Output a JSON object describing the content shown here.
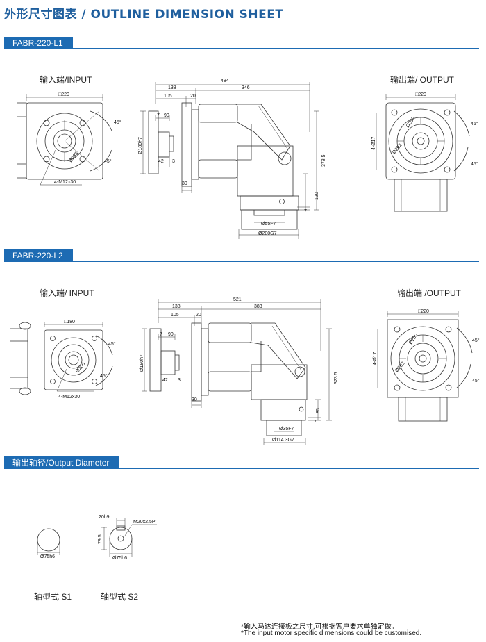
{
  "title": "外形尺寸图表 / OUTLINE DIMENSION SHEET",
  "sections": {
    "l1": {
      "tag": "FABR-220-L1",
      "input_label": "输入端/INPUT",
      "output_label": "输出端/ OUTPUT"
    },
    "l2": {
      "tag": "FABR-220-L2",
      "input_label": "输入端/ INPUT",
      "output_label": "输出端 /OUTPUT"
    },
    "shaft": {
      "tag": "输出轴径/Output Diameter",
      "s1_label": "轴型式  S1",
      "s2_label": "轴型式  S2"
    }
  },
  "dims_l1": {
    "input_square": "□220",
    "input_pcd": "Ø235",
    "input_screw": "4-M12x30",
    "angle": "45°",
    "overall": "484",
    "d138": "138",
    "d346": "346",
    "d105": "105",
    "d20": "20",
    "d7": "7",
    "d90": "90",
    "d180": "Ø180h7",
    "d42": "42",
    "d3": "3",
    "d30": "30",
    "d378": "378.5",
    "d120": "120",
    "d7b": "7",
    "shaft": "Ø55F7",
    "pilot": "Ø200G7",
    "output_square": "□220",
    "output_pcd": "Ø250",
    "output_hole": "4-Ø17",
    "output_circle": "Ø292"
  },
  "dims_l2": {
    "input_square": "□180",
    "input_pcd": "Ø200",
    "input_screw": "4-M12x30",
    "angle": "45°",
    "overall": "521",
    "d138": "138",
    "d383": "383",
    "d105": "105",
    "d20": "20",
    "d7": "7",
    "d90": "90",
    "d180": "Ø180h7",
    "d42": "42",
    "d3": "3",
    "d30": "30",
    "d323": "323.5",
    "d85": "85",
    "d7b": "7",
    "shaft": "Ø35F7",
    "pilot": "Ø114.3G7",
    "output_square": "□220",
    "output_pcd": "Ø250",
    "output_hole": "4-Ø17",
    "output_circle": "Ø292"
  },
  "dims_shaft": {
    "s1_dia": "Ø75h6",
    "s2_key": "20h9",
    "s2_height": "79.5",
    "s2_thread": "M20x2.5P",
    "s2_dia": "Ø75h6"
  },
  "notes": {
    "cn": "*输入马达连接板之尺寸,可根据客户要求单独定做。",
    "en": "*The input motor specific dimensions could be customised."
  }
}
